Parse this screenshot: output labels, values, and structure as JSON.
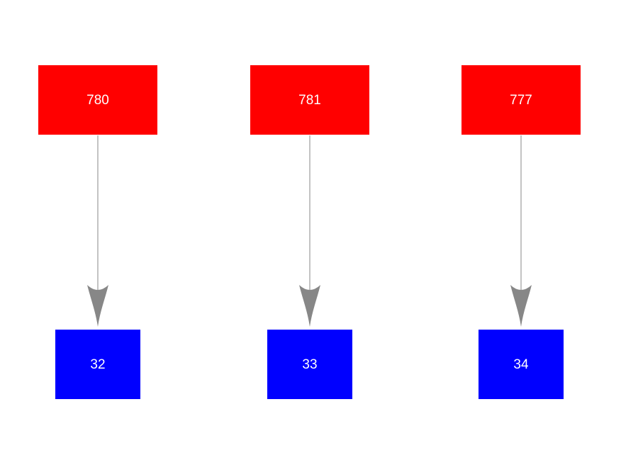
{
  "colors": {
    "source_fill": "#ff0000",
    "target_fill": "#0000ff",
    "arrow": "#878787",
    "node_text": "#ffffff",
    "canvas_bg": "#ffffff"
  },
  "diagram": {
    "type": "flow",
    "pairs": [
      {
        "source_label": "780",
        "target_label": "32"
      },
      {
        "source_label": "781",
        "target_label": "33"
      },
      {
        "source_label": "777",
        "target_label": "34"
      }
    ]
  }
}
